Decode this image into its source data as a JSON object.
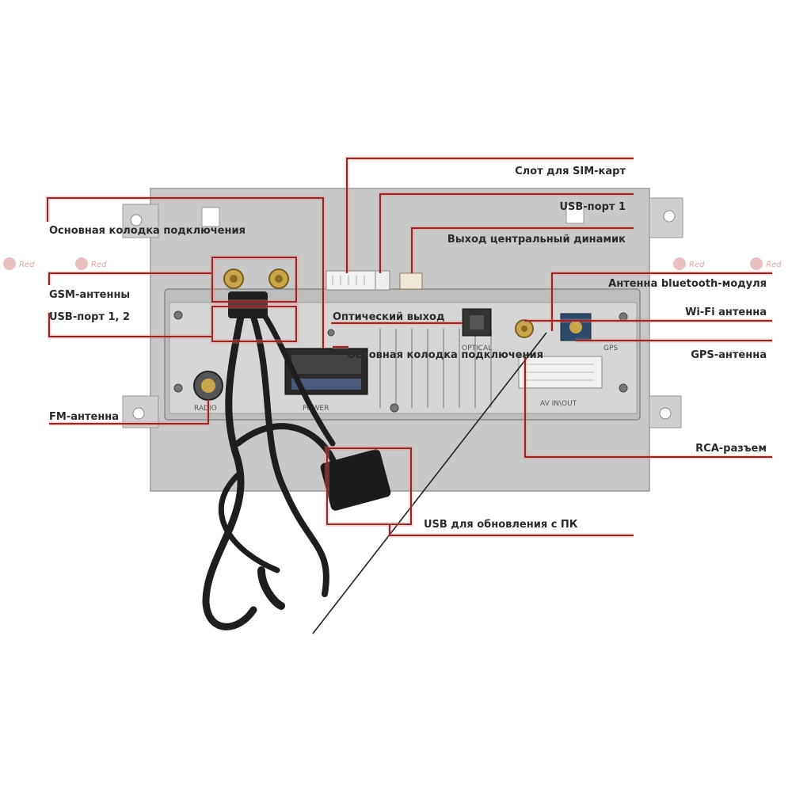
{
  "labels": {
    "sim_slot": "Слот для SIM-карт",
    "usb_port_1": "USB-порт 1",
    "main_connector": "Основная колодка подключения",
    "center_speaker_out": "Выход центральный динамик",
    "bluetooth_antenna": "Антенна bluetooth-модуля",
    "gsm_antennas": "GSM-антенны",
    "wifi_antenna": "Wi-Fi антенна",
    "usb_ports_1_2": "USB-порт 1, 2",
    "optical_out": "Оптический выход",
    "main_connector_2": "Основная колодка подключения",
    "gps_antenna": "GPS-антенна",
    "fm_antenna": "FM-антенна",
    "rca_connector": "RCA-разъем",
    "usb_pc_update": "USB для обновления с ПК"
  },
  "panel_markings": {
    "radio": "RADIO",
    "power": "POWER",
    "optical": "OPTICAL",
    "gps": "GPS",
    "av_in_out": "AV IN\\OUT"
  },
  "watermark": "Red"
}
